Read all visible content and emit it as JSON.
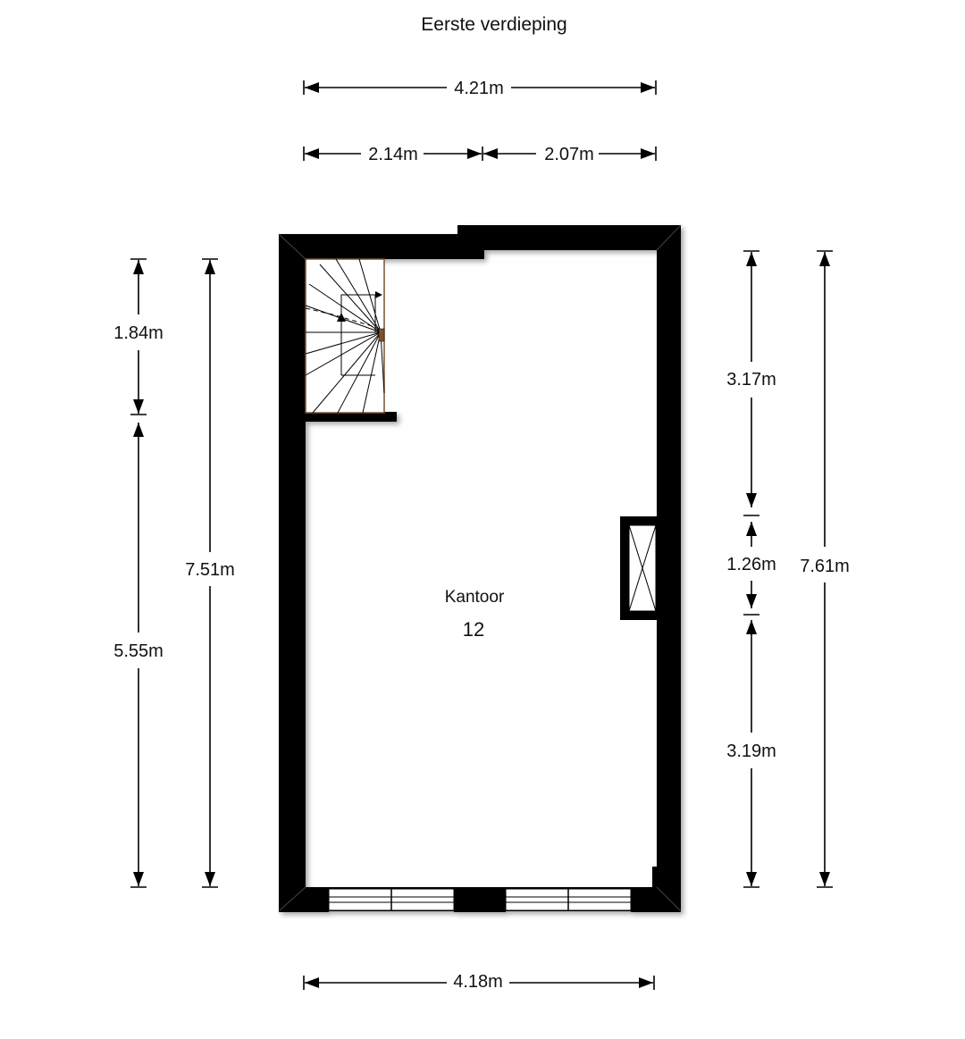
{
  "title": "Eerste verdieping",
  "room": {
    "name": "Kantoor",
    "number": "12"
  },
  "dimensions": {
    "top_total": "4.21m",
    "top_left": "2.14m",
    "top_right": "2.07m",
    "bottom_total": "4.18m",
    "left_upper": "1.84m",
    "left_lower": "5.55m",
    "left_total": "7.51m",
    "right_upper": "3.17m",
    "right_middle": "1.26m",
    "right_lower": "3.19m",
    "right_total": "7.61m"
  },
  "colors": {
    "wall": "#000000",
    "stair_frame": "#7a5230",
    "background": "#ffffff"
  }
}
